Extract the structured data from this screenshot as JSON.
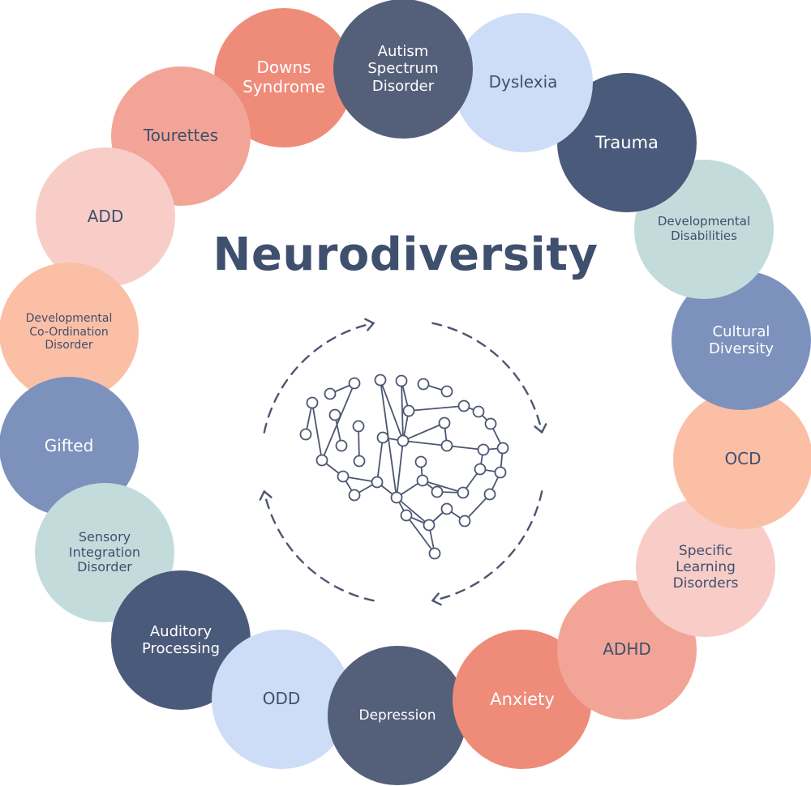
{
  "title": "Neurodiversity",
  "colors": {
    "navy": "#4a5a7a",
    "slate": "#54607a",
    "periwinkle": "#7c92bd",
    "lightblue": "#cddcf7",
    "teal": "#c3dcdb",
    "coral": "#ef8b79",
    "salmon": "#f2a596",
    "pink": "#f8cdc8",
    "peach": "#fbbfa6",
    "title": "#3f4f6e",
    "icon": "#4c5670"
  },
  "conditions": [
    {
      "label": "Downs\nSyndrome",
      "color": "#ef8b79",
      "text_color": "#ffffff"
    },
    {
      "label": "Tourettes",
      "color": "#f2a596",
      "text_color": "#3f4f6e"
    },
    {
      "label": "ADD",
      "color": "#f8cdc8",
      "text_color": "#3f4f6e"
    },
    {
      "label": "Developmental\nCo-Ordination\nDisorder",
      "color": "#fbbfa6",
      "text_color": "#3f4f6e"
    },
    {
      "label": "Gifted",
      "color": "#7c92bd",
      "text_color": "#ffffff"
    },
    {
      "label": "Sensory\nIntegration\nDisorder",
      "color": "#c3dcdb",
      "text_color": "#3f4f6e"
    },
    {
      "label": "Auditory\nProcessing",
      "color": "#4a5a7a",
      "text_color": "#ffffff"
    },
    {
      "label": "ODD",
      "color": "#cddcf7",
      "text_color": "#3f4f6e"
    },
    {
      "label": "Depression",
      "color": "#54607a",
      "text_color": "#ffffff"
    },
    {
      "label": "Anxiety",
      "color": "#ef8b79",
      "text_color": "#ffffff"
    },
    {
      "label": "ADHD",
      "color": "#f2a596",
      "text_color": "#3f4f6e"
    },
    {
      "label": "Specific\nLearning\nDisorders",
      "color": "#f8cdc8",
      "text_color": "#3f4f6e"
    },
    {
      "label": "OCD",
      "color": "#fbbfa6",
      "text_color": "#3f4f6e"
    },
    {
      "label": "Cultural\nDiversity",
      "color": "#7c92bd",
      "text_color": "#ffffff"
    },
    {
      "label": "Developmental\nDisabilities",
      "color": "#c3dcdb",
      "text_color": "#3f4f6e"
    },
    {
      "label": "Trauma",
      "color": "#4a5a7a",
      "text_color": "#ffffff"
    },
    {
      "label": "Dyslexia",
      "color": "#cddcf7",
      "text_color": "#3f4f6e"
    },
    {
      "label": "Autism\nSpectrum\nDisorder",
      "color": "#54607a",
      "text_color": "#ffffff"
    }
  ],
  "icons": [
    "brain-network-icon",
    "cycle-arrows-icon"
  ]
}
